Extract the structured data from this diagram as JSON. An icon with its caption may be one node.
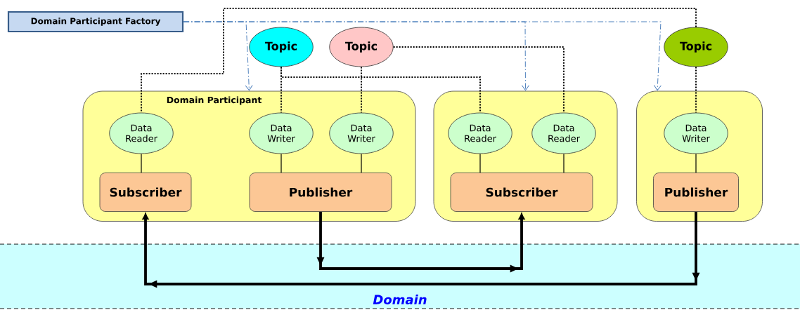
{
  "diagram": {
    "nodes": [
      {
        "text": [
          "Domain Participant Factory"
        ]
      },
      {
        "text": [
          "Topic"
        ]
      },
      {
        "text": [
          "Topic"
        ]
      },
      {
        "text": [
          "Topic"
        ]
      },
      {
        "text": [
          "Domain Participant"
        ]
      },
      {
        "text": [
          "Data Reader"
        ],
        "in": 4
      },
      {
        "text": [
          "Data Writer"
        ],
        "in": 4
      },
      {
        "text": [
          "Data Writer"
        ],
        "in": 4
      },
      {
        "text": [
          "Subscriber"
        ],
        "in": 4
      },
      {
        "text": [
          "Publisher"
        ],
        "in": 4
      },
      {
        "text": [],
        "shape": "box"
      },
      {
        "text": [
          "Data Reader"
        ],
        "in": 10
      },
      {
        "text": [
          "Data Reader"
        ],
        "in": 10
      },
      {
        "text": [
          "Subscriber"
        ],
        "in": 10
      },
      {
        "text": [],
        "shape": "box"
      },
      {
        "text": [
          "Data Writer"
        ],
        "in": 14
      },
      {
        "text": [
          "Publisher"
        ],
        "in": 14
      }
    ],
    "labels": [
      "Domain"
    ],
    "edges": [
      {
        "from": 0,
        "to": 4,
        "arrow": "to",
        "style": "dashed",
        "color": "#4f81bd"
      },
      {
        "from": 0,
        "to": 10,
        "arrow": "to",
        "style": "dashed",
        "color": "#4f81bd"
      },
      {
        "from": 0,
        "to": 14,
        "arrow": "to",
        "style": "dashed",
        "color": "#4f81bd"
      },
      {
        "from": 3,
        "to": 5,
        "arrow": "none",
        "style": "dashed"
      },
      {
        "from": 3,
        "to": 15,
        "arrow": "none",
        "style": "dashed"
      },
      {
        "from": 1,
        "to": 6,
        "arrow": "none",
        "style": "dashed"
      },
      {
        "from": 1,
        "to": 11,
        "arrow": "none",
        "style": "dashed"
      },
      {
        "from": 2,
        "to": 7,
        "arrow": "none",
        "style": "dashed"
      },
      {
        "from": 2,
        "to": 12,
        "arrow": "none",
        "style": "dashed"
      },
      {
        "from": 5,
        "to": 8,
        "arrow": "none"
      },
      {
        "from": 6,
        "to": 9,
        "arrow": "none"
      },
      {
        "from": 7,
        "to": 9,
        "arrow": "none"
      },
      {
        "from": 11,
        "to": 13,
        "arrow": "none"
      },
      {
        "from": 12,
        "to": 13,
        "arrow": "none"
      },
      {
        "from": 15,
        "to": 16,
        "arrow": "none"
      },
      {
        "from": 9,
        "to": 13,
        "arrow": "to",
        "style": "thick"
      },
      {
        "from": 16,
        "to": 8,
        "arrow": "to",
        "style": "thick"
      }
    ]
  }
}
